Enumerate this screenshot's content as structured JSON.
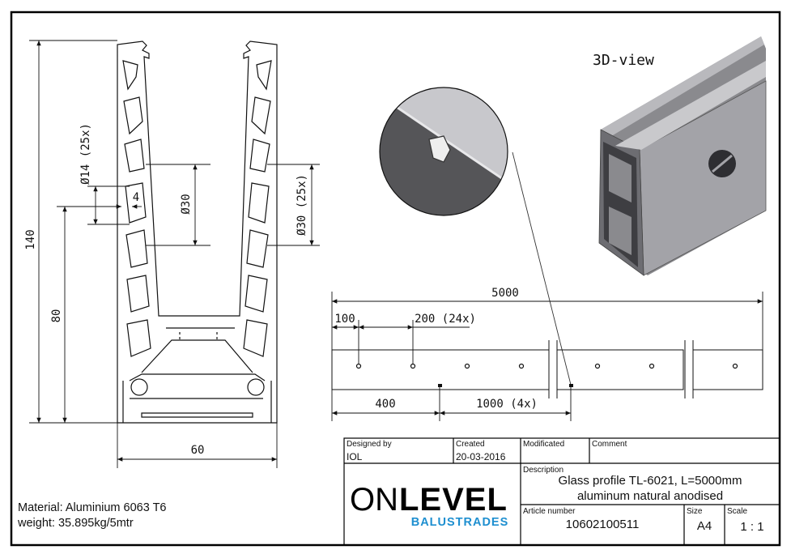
{
  "title_3d": "3D-view",
  "dimensions": {
    "height_total": "140",
    "height_80": "80",
    "width_60": "60",
    "hole_14": "Ø14 (25x)",
    "hole_4": "4",
    "dia_30_inner": "Ø30",
    "dia_30_outer": "Ø30 (25x)",
    "length_5000": "5000",
    "len_100": "100",
    "len_200": "200 (24x)",
    "len_400": "400",
    "len_1000": "1000 (4x)"
  },
  "material": {
    "material_line": "Material: Aluminium 6063 T6",
    "weight_line": "weight: 35.895kg/5mtr"
  },
  "title_block": {
    "designed_by_label": "Designed by",
    "designed_by_value": "IOL",
    "created_label": "Created",
    "created_value": "20-03-2016",
    "modificated_label": "Modificated",
    "comment_label": "Comment",
    "description_label": "Description",
    "description_line1": "Glass profile TL-6021, L=5000mm",
    "description_line2": "aluminum natural anodised",
    "article_label": "Article number",
    "article_value": "10602100511",
    "size_label": "Size",
    "size_value": "A4",
    "scale_label": "Scale",
    "scale_value": "1 : 1"
  },
  "logo": {
    "brand_on": "ON",
    "brand_level": "LEVEL",
    "brand_sub": "BALUSTRADES"
  }
}
